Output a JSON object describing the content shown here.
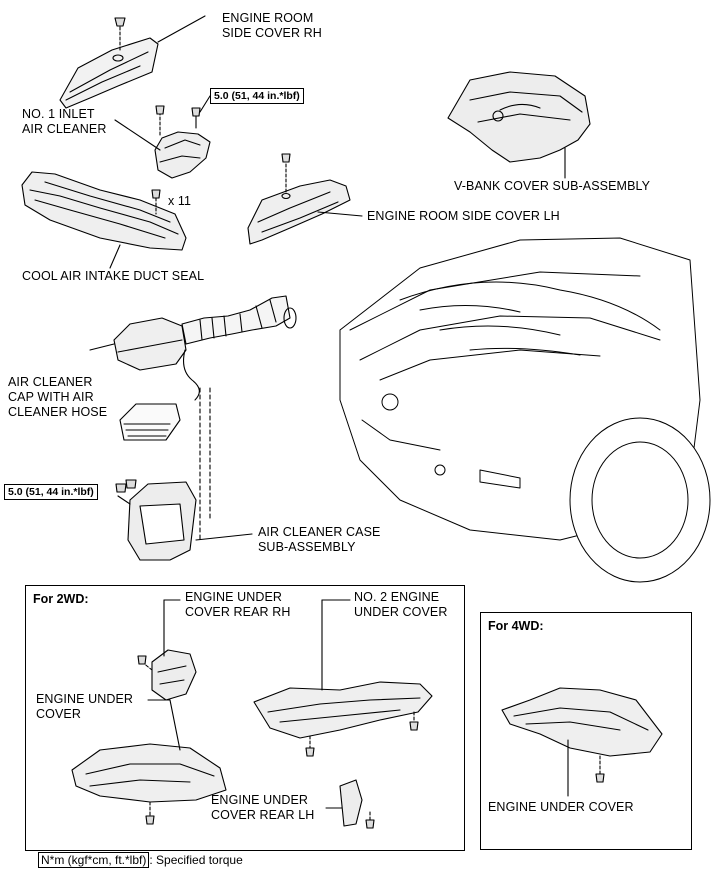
{
  "labels": {
    "engine_room_side_cover_rh": [
      "ENGINE ROOM",
      "SIDE COVER RH"
    ],
    "no1_inlet_air_cleaner": [
      "NO. 1 INLET",
      "AIR CLEANER"
    ],
    "cool_air_intake_duct_seal": "COOL AIR INTAKE DUCT SEAL",
    "engine_room_side_cover_lh": "ENGINE ROOM SIDE COVER LH",
    "v_bank_cover": "V-BANK COVER SUB-ASSEMBLY",
    "air_cleaner_cap": [
      "AIR CLEANER",
      "CAP WITH AIR",
      "CLEANER HOSE"
    ],
    "air_cleaner_case": [
      "AIR CLEANER CASE",
      "SUB-ASSEMBLY"
    ],
    "bolt_count": "x 11"
  },
  "torque_specs": {
    "upper": "5.0 (51, 44 in.*lbf)",
    "lower": "5.0 (51, 44 in.*lbf)"
  },
  "panel_2wd": {
    "header": "For 2WD:",
    "engine_under_cover_rear_rh": [
      "ENGINE UNDER",
      "COVER REAR RH"
    ],
    "no2_engine_under_cover": [
      "NO. 2 ENGINE",
      "UNDER COVER"
    ],
    "engine_under_cover": [
      "ENGINE UNDER",
      "COVER"
    ],
    "engine_under_cover_rear_lh": [
      "ENGINE UNDER",
      "COVER REAR LH"
    ]
  },
  "panel_4wd": {
    "header": "For 4WD:",
    "engine_under_cover": "ENGINE UNDER COVER"
  },
  "legend": {
    "key": "N*m (kgf*cm, ft.*lbf)",
    "text": ": Specified torque"
  }
}
